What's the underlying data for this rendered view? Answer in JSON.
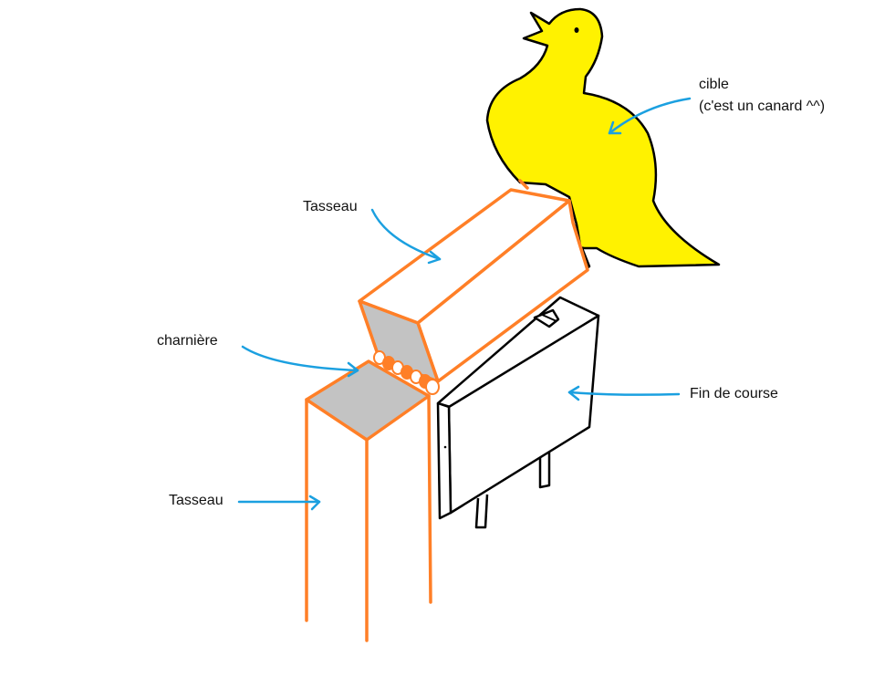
{
  "labels": {
    "target_line1": "cible",
    "target_line2": "(c'est un canard ^^)",
    "cleat_top": "Tasseau",
    "hinge": "charnière",
    "limit_switch": "Fin de course",
    "cleat_bottom": "Tasseau"
  },
  "colors": {
    "wood_outline": "#ff7f27",
    "duck_fill": "#fff200",
    "hinge_plate": "#c3c3c3",
    "pointer_arrow": "#1ba0e0",
    "switch_outline": "#000000"
  }
}
